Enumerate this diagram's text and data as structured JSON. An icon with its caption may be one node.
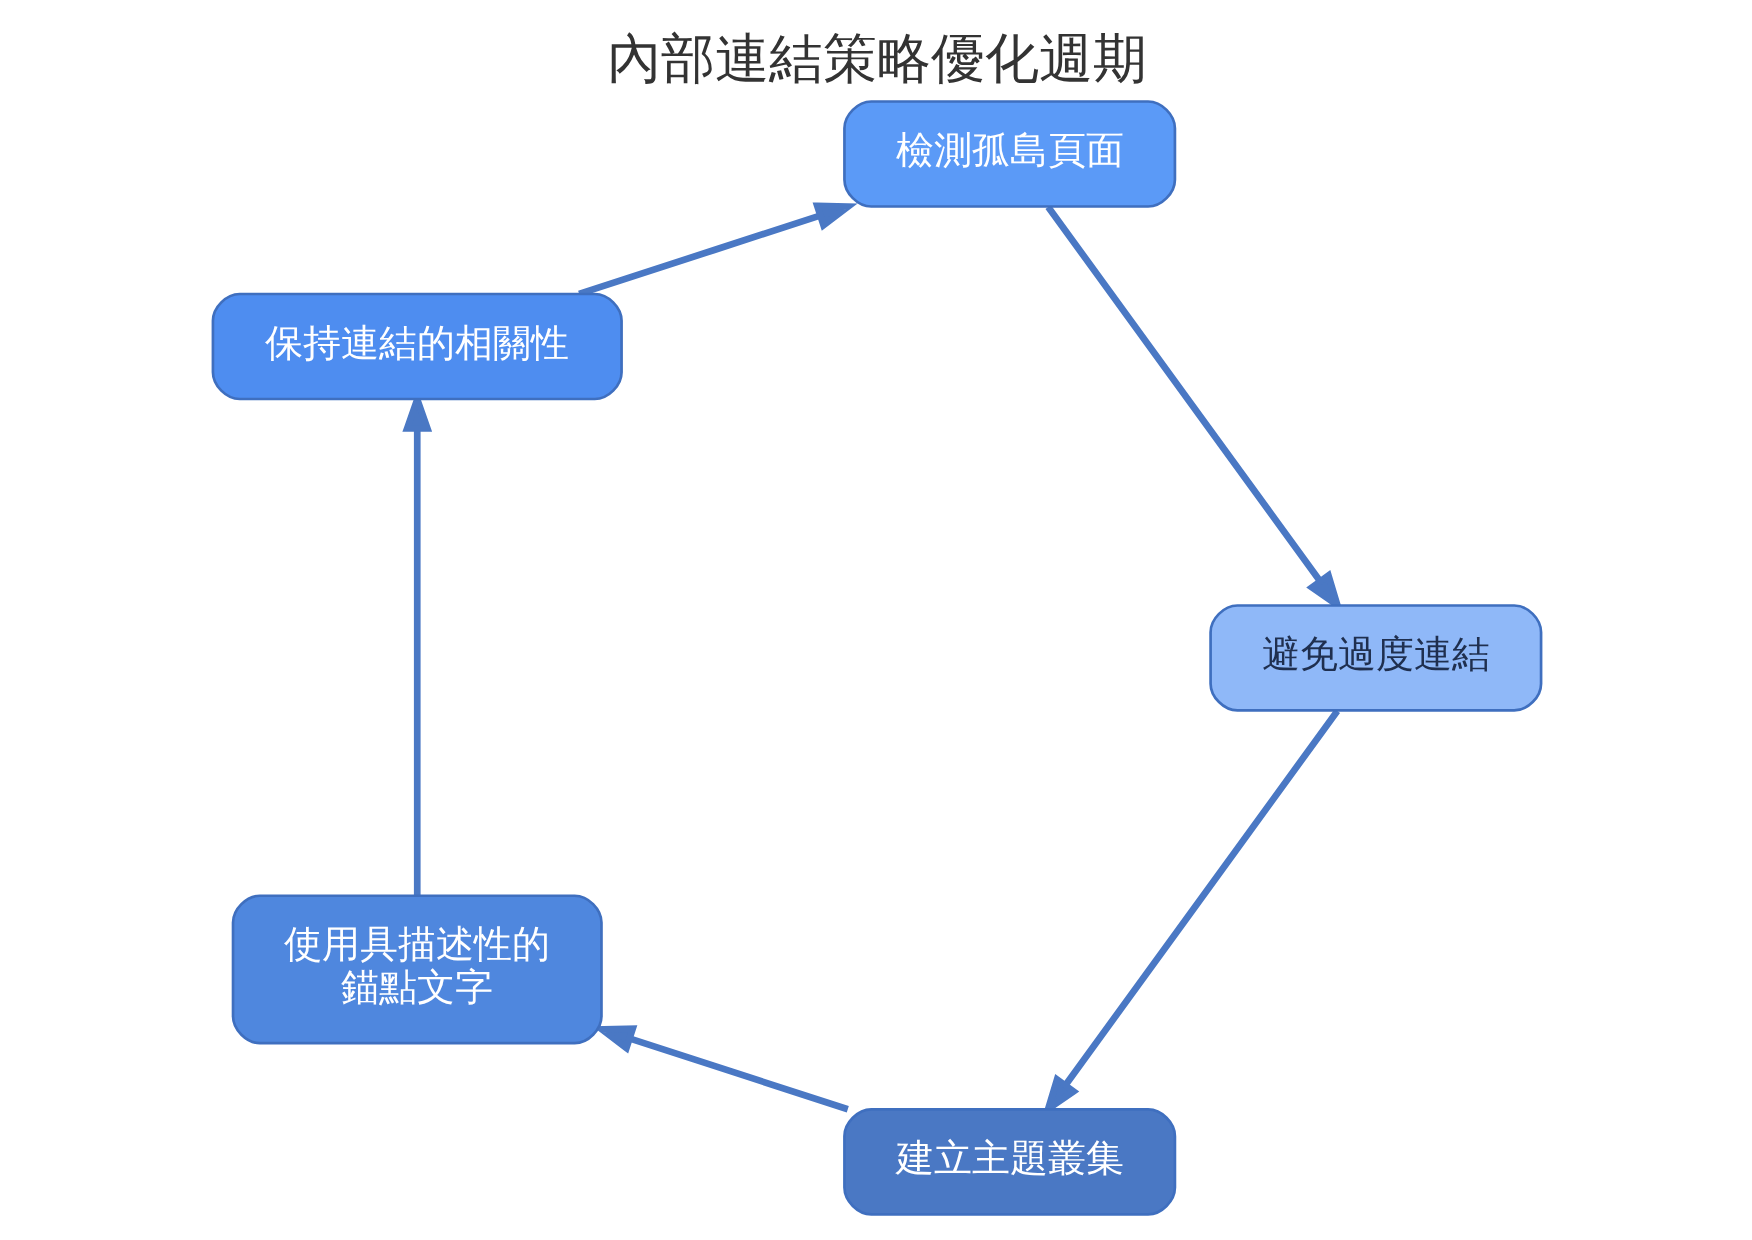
{
  "diagram": {
    "title": "內部連結策略優化週期",
    "nodes": [
      {
        "text": [
          "建立主題叢集"
        ]
      },
      {
        "text": [
          "使用具描述性的錨點文字"
        ]
      },
      {
        "text": [
          "保持連結的相關性"
        ]
      },
      {
        "text": [
          "檢測孤島頁面"
        ]
      },
      {
        "text": [
          "避免過度連結"
        ]
      }
    ],
    "edges": [
      {
        "from": 0,
        "to": 1,
        "arrow": "to"
      },
      {
        "from": 1,
        "to": 2,
        "arrow": "to"
      },
      {
        "from": 2,
        "to": 3,
        "arrow": "to"
      },
      {
        "from": 3,
        "to": 4,
        "arrow": "to"
      },
      {
        "from": 4,
        "to": 0,
        "arrow": "to"
      }
    ]
  }
}
